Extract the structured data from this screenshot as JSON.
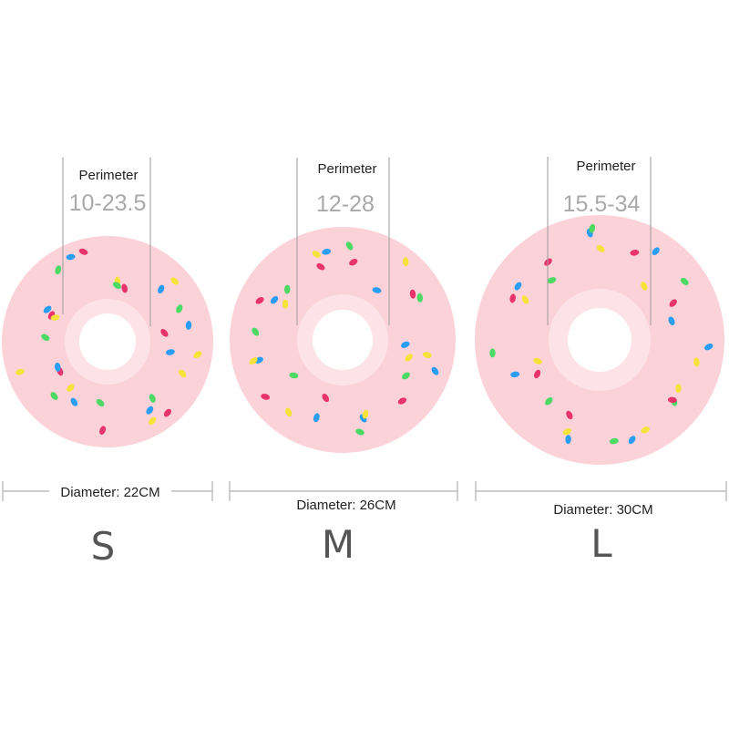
{
  "colors": {
    "donut": "#fcd2d9",
    "inner_ring": "#fde3e7",
    "hole": "#ffffff",
    "guide_line": "#9a9a9a",
    "dimension_line": "#b0b0b0",
    "sprinkles": [
      "#2a9df4",
      "#f5e23a",
      "#4cd964",
      "#e8336d"
    ]
  },
  "sizes": [
    {
      "size": "S",
      "perimeter_label": "Perimeter",
      "perimeter_range": "10-23.5",
      "diameter_label": "Diameter: 22CM"
    },
    {
      "size": "M",
      "perimeter_label": "Perimeter",
      "perimeter_range": "12-28",
      "diameter_label": "Diameter: 26CM"
    },
    {
      "size": "L",
      "perimeter_label": "Perimeter",
      "perimeter_range": "15.5-34",
      "diameter_label": "Diameter: 30CM"
    }
  ]
}
